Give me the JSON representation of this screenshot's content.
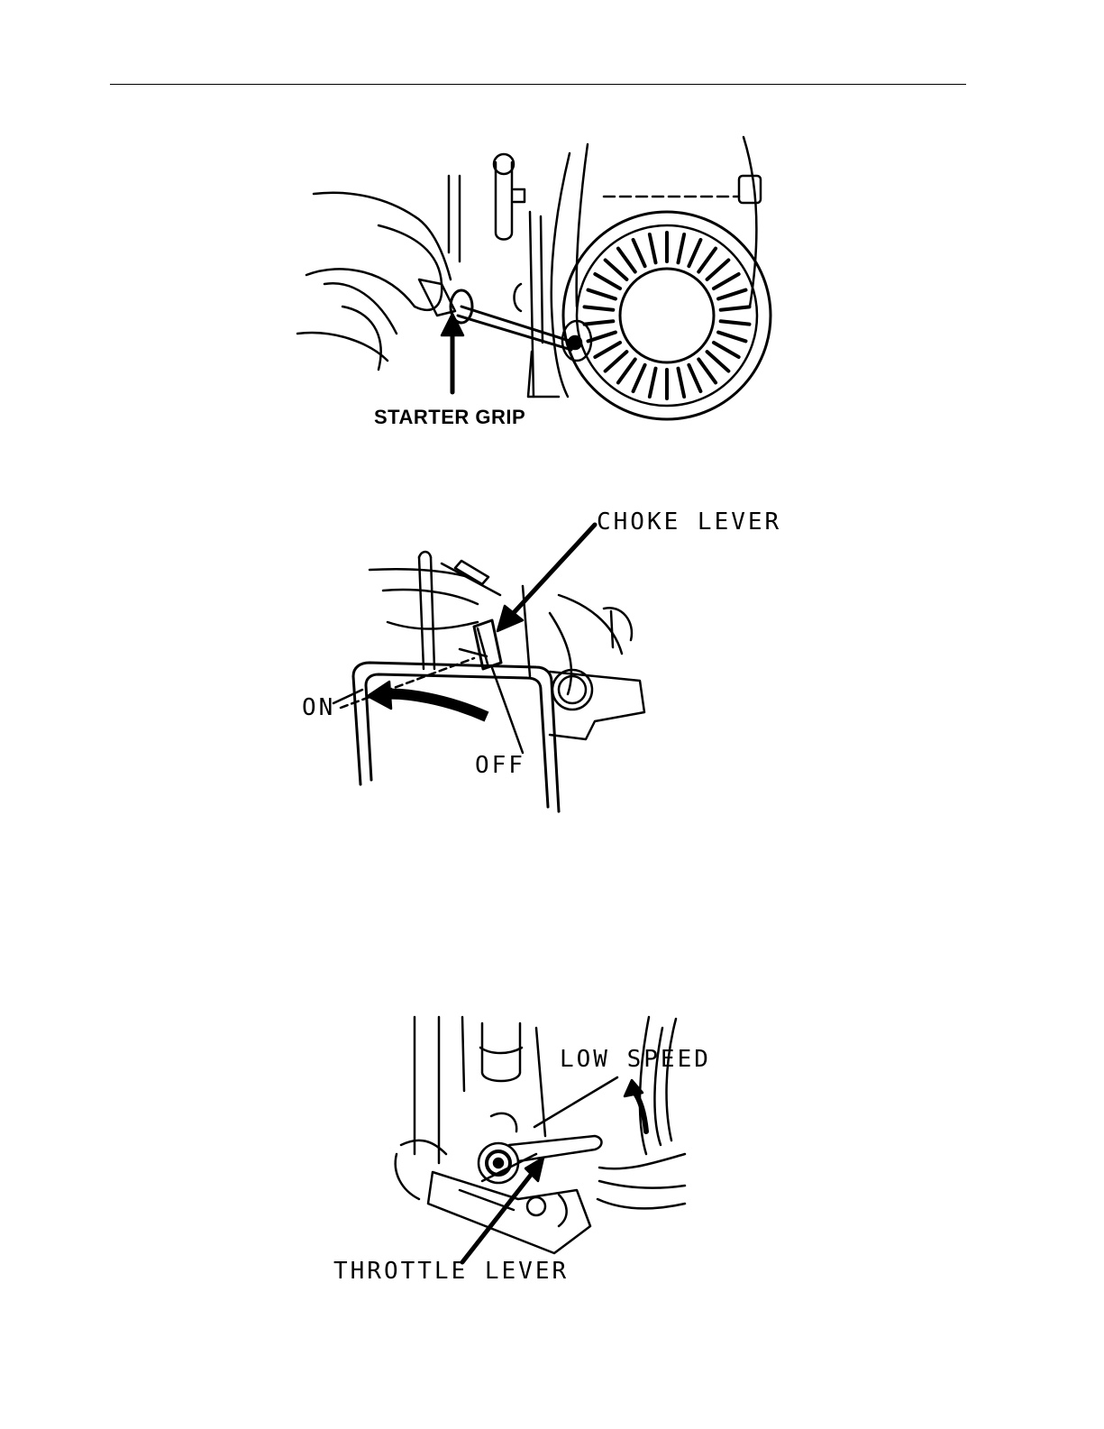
{
  "figures": {
    "starter": {
      "label": "STARTER GRIP"
    },
    "choke": {
      "label": "CHOKE LEVER",
      "on_label": "ON",
      "off_label": "OFF"
    },
    "throttle": {
      "label": "THROTTLE LEVER",
      "low_label": "LOW SPEED"
    }
  }
}
